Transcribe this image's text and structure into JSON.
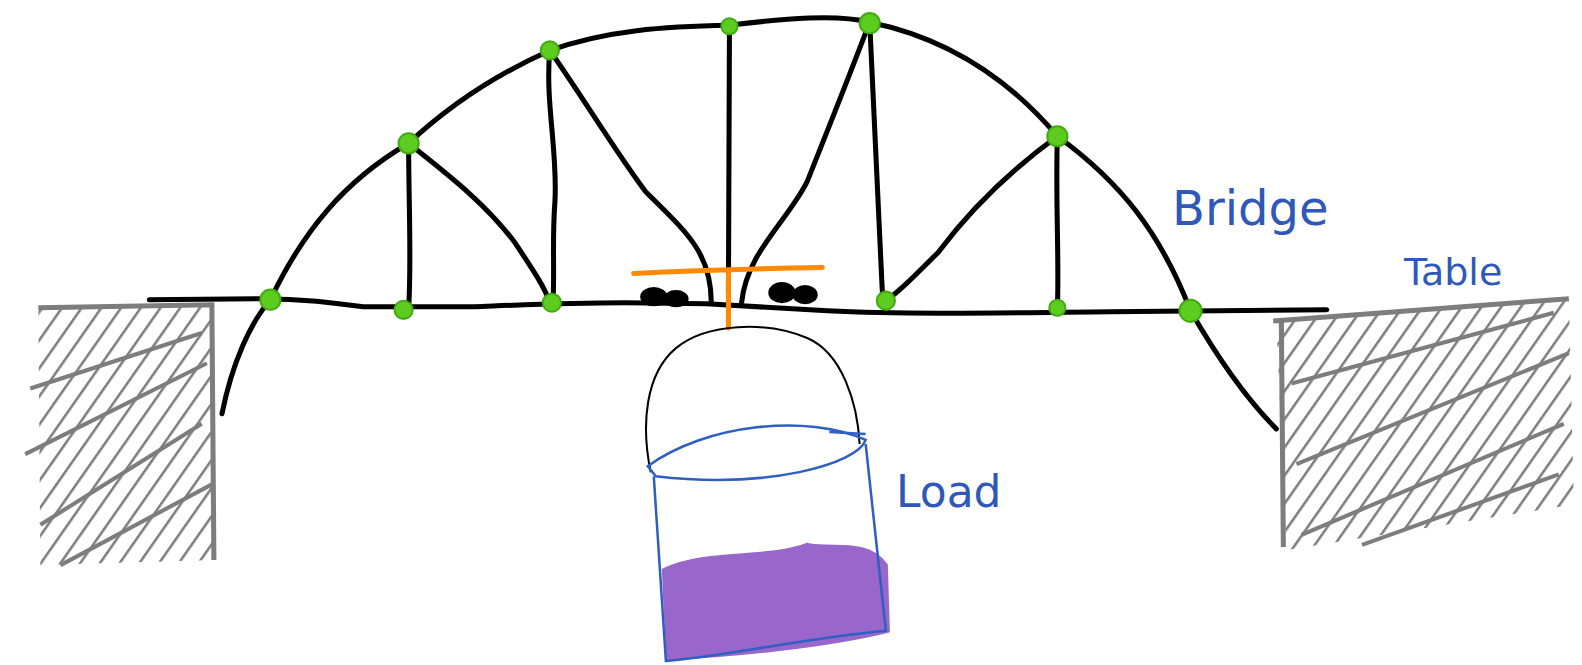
{
  "diagram": {
    "labels": [
      "Bridge",
      "Table",
      "Load"
    ]
  }
}
